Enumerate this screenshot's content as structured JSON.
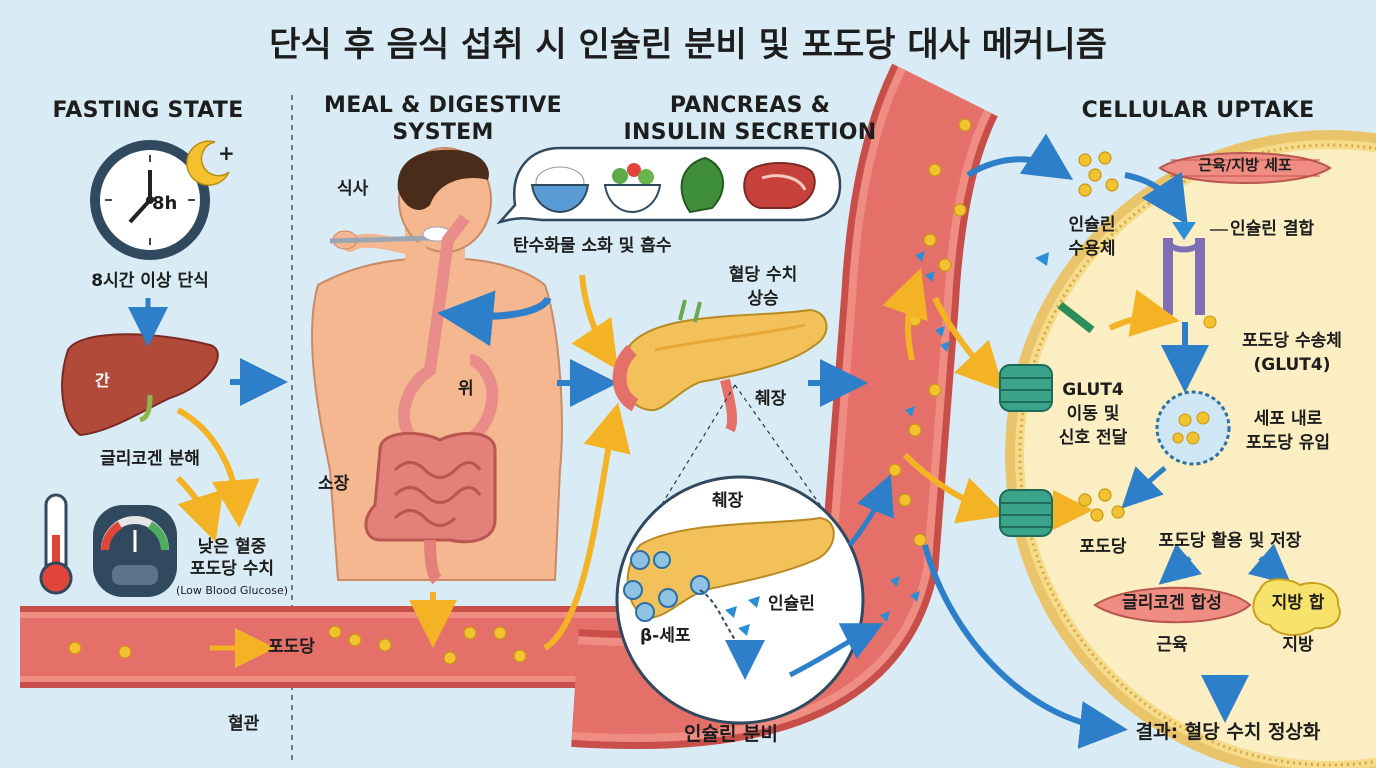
{
  "title": "단식 후 음식 섭취 시 인슐린 분비 및 포도당 대사 메커니즘",
  "sections": {
    "fasting": "FASTING STATE",
    "meal_line1": "MEAL & DIGESTIVE",
    "meal_line2": "SYSTEM",
    "pancreas_line1": "PANCREAS &",
    "pancreas_line2": "INSULIN SECRETION",
    "cellular": "CELLULAR UPTAKE"
  },
  "fasting": {
    "clock_label": "8h",
    "moon_plus": "+",
    "fasting_text": "8시간 이상 단식",
    "liver": "간",
    "glycogen_breakdown": "글리코겐 분해",
    "low_glucose_line1": "낮은 혈중",
    "low_glucose_line2": "포도당 수치",
    "low_glucose_en": "(Low Blood Glucose)"
  },
  "digestive": {
    "meal": "식사",
    "stomach": "위",
    "small_intestine": "소장",
    "carb_absorption": "탄수화물 소화 및 흡수"
  },
  "blood_vessel": {
    "glucose": "포도당",
    "vessel": "혈관"
  },
  "pancreas": {
    "blood_sugar_line1": "혈당 수치",
    "blood_sugar_line2": "상승",
    "pancreas_label": "췌장",
    "inset_title": "췌장",
    "insulin": "인슐린",
    "beta_cell": "β-세포",
    "insulin_secretion": "인슐린 분비"
  },
  "cell": {
    "muscle_fat_cell": "근육/지방 세포",
    "insulin_receptor_line1": "인슐린",
    "insulin_receptor_line2": "수용체",
    "insulin_binding": "인슐린 결합",
    "glucose_transporter_line1": "포도당 수송체",
    "glucose_transporter_line2": "(GLUT4)",
    "glut4_line1": "GLUT4",
    "glut4_line2": "이동 및",
    "glut4_line3": "신호 전달",
    "influx_line1": "세포 내로",
    "influx_line2": "포도당 유입",
    "glucose": "포도당",
    "utilization": "포도당 활용 및 저장",
    "glycogen_synthesis": "글리코겐 합성",
    "muscle": "근육",
    "fat_synthesis": "지방 합",
    "fat": "지방",
    "result": "결과: 혈당 수치 정상화"
  },
  "colors": {
    "background": "#d9ecf6",
    "vessel": "#e5706a",
    "glucose": "#f2c230",
    "insulin": "#2c8fd6",
    "flow_arrow": "#f4b324",
    "transport_arrow": "#2c7fc8",
    "cell": "#fbeec2"
  },
  "icons": [
    "clock-icon",
    "moon-icon",
    "liver-icon",
    "thermometer-icon",
    "glucose-meter-icon",
    "rice-bowl-icon",
    "salad-bowl-icon",
    "leafy-greens-icon",
    "meat-icon",
    "pancreas-icon",
    "muscle-fiber-icon"
  ]
}
